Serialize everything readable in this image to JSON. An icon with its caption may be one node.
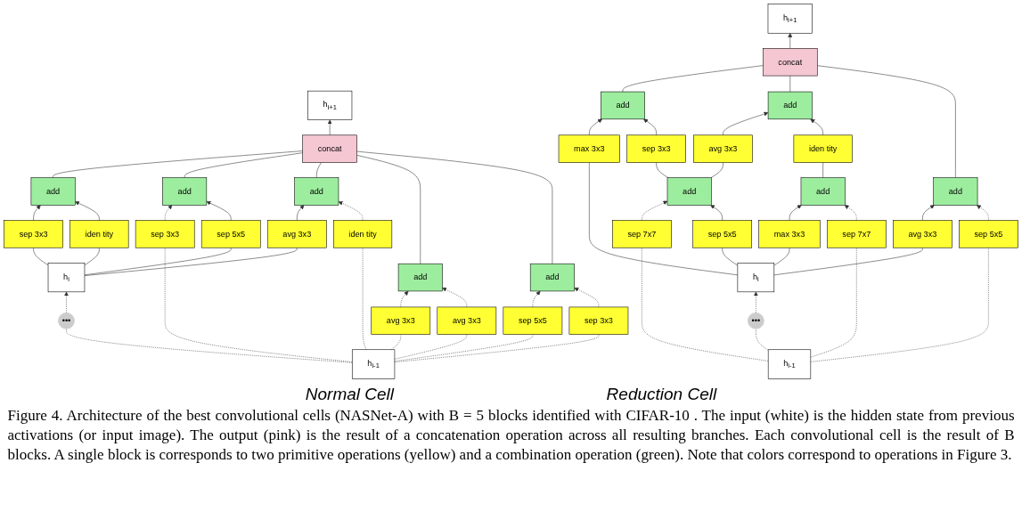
{
  "diagram": {
    "caption": "Figure 4. Architecture of the best convolutional cells (NASNet-A) with B = 5 blocks identified with CIFAR-10 . The input (white) is the hidden state from previous activations (or input image). The output (pink) is the result of a concatenation operation across all resulting branches. Each convolutional cell is the result of B blocks. A single block is corresponds to two primitive operations (yellow) and a combination operation (green). Note that colors correspond to operations in Figure 3.",
    "nodes": [
      {
        "text": [
          "h$_{i+1}$"
        ]
      },
      {
        "text": [
          "concat"
        ]
      },
      {
        "text": [
          "add"
        ]
      },
      {
        "text": [
          "add"
        ]
      },
      {
        "text": [
          "add"
        ]
      },
      {
        "text": [
          "add"
        ]
      },
      {
        "text": [
          "add"
        ]
      },
      {
        "text": [
          "sep 3x3"
        ]
      },
      {
        "text": [
          "iden tity"
        ]
      },
      {
        "text": [
          "sep 3x3"
        ]
      },
      {
        "text": [
          "sep 5x5"
        ]
      },
      {
        "text": [
          "avg 3x3"
        ]
      },
      {
        "text": [
          "iden tity"
        ]
      },
      {
        "text": [
          "avg 3x3"
        ]
      },
      {
        "text": [
          "avg 3x3"
        ]
      },
      {
        "text": [
          "sep 5x5"
        ]
      },
      {
        "text": [
          "sep 3x3"
        ]
      },
      {
        "text": [
          "h$_{i}$"
        ]
      },
      {
        "text": [
          "•••"
        ]
      },
      {
        "text": [
          "h$_{i-1}$"
        ]
      },
      {
        "text": [
          "h$_{i+1}$"
        ]
      },
      {
        "text": [
          "concat"
        ]
      },
      {
        "text": [
          "add"
        ]
      },
      {
        "text": [
          "add"
        ]
      },
      {
        "text": [
          "max 3x3"
        ]
      },
      {
        "text": [
          "sep 3x3"
        ]
      },
      {
        "text": [
          "avg 3x3"
        ]
      },
      {
        "text": [
          "iden tity"
        ]
      },
      {
        "text": [
          "add"
        ]
      },
      {
        "text": [
          "add"
        ]
      },
      {
        "text": [
          "add"
        ]
      },
      {
        "text": [
          "sep 7x7"
        ]
      },
      {
        "text": [
          "sep 5x5"
        ]
      },
      {
        "text": [
          "max 3x3"
        ]
      },
      {
        "text": [
          "sep 7x7"
        ]
      },
      {
        "text": [
          "avg 3x3"
        ]
      },
      {
        "text": [
          "sep 5x5"
        ]
      },
      {
        "text": [
          "h$_{i}$"
        ]
      },
      {
        "text": [
          "•••"
        ]
      },
      {
        "text": [
          "h$_{i-1}$"
        ]
      }
    ],
    "edges": [
      {
        "from": 1,
        "to": 0,
        "arrow": "to"
      },
      {
        "from": 2,
        "to": 1,
        "arrow": "none"
      },
      {
        "from": 3,
        "to": 1,
        "arrow": "none"
      },
      {
        "from": 4,
        "to": 1,
        "arrow": "none"
      },
      {
        "from": 5,
        "to": 1,
        "arrow": "none"
      },
      {
        "from": 6,
        "to": 1,
        "arrow": "none"
      },
      {
        "from": 7,
        "to": 2,
        "arrow": "to"
      },
      {
        "from": 8,
        "to": 2,
        "arrow": "to"
      },
      {
        "from": 9,
        "to": 3,
        "arrow": "to",
        "style": "dashed"
      },
      {
        "from": 10,
        "to": 3,
        "arrow": "to"
      },
      {
        "from": 11,
        "to": 4,
        "arrow": "to"
      },
      {
        "from": 12,
        "to": 4,
        "arrow": "to",
        "style": "dashed"
      },
      {
        "from": 13,
        "to": 5,
        "arrow": "to",
        "style": "dashed"
      },
      {
        "from": 14,
        "to": 5,
        "arrow": "to",
        "style": "dashed"
      },
      {
        "from": 15,
        "to": 6,
        "arrow": "to",
        "style": "dashed"
      },
      {
        "from": 16,
        "to": 6,
        "arrow": "to",
        "style": "dashed"
      },
      {
        "from": 17,
        "to": 7,
        "arrow": "none"
      },
      {
        "from": 17,
        "to": 8,
        "arrow": "none"
      },
      {
        "from": 17,
        "to": 10,
        "arrow": "none"
      },
      {
        "from": 17,
        "to": 11,
        "arrow": "none"
      },
      {
        "from": 19,
        "to": 9,
        "arrow": "none",
        "style": "dashed"
      },
      {
        "from": 19,
        "to": 12,
        "arrow": "none",
        "style": "dashed"
      },
      {
        "from": 19,
        "to": 13,
        "arrow": "none",
        "style": "dashed"
      },
      {
        "from": 19,
        "to": 14,
        "arrow": "none",
        "style": "dashed"
      },
      {
        "from": 19,
        "to": 15,
        "arrow": "none",
        "style": "dashed"
      },
      {
        "from": 19,
        "to": 16,
        "arrow": "none",
        "style": "dashed"
      },
      {
        "from": 19,
        "to": 18,
        "arrow": "none",
        "style": "dashed"
      },
      {
        "from": 18,
        "to": 17,
        "arrow": "to",
        "style": "dashed"
      },
      {
        "from": 21,
        "to": 20,
        "arrow": "to"
      },
      {
        "from": 22,
        "to": 21,
        "arrow": "none"
      },
      {
        "from": 23,
        "to": 21,
        "arrow": "none"
      },
      {
        "from": 30,
        "to": 21,
        "arrow": "none"
      },
      {
        "from": 24,
        "to": 22,
        "arrow": "to"
      },
      {
        "from": 25,
        "to": 22,
        "arrow": "to"
      },
      {
        "from": 26,
        "to": 23,
        "arrow": "to"
      },
      {
        "from": 27,
        "to": 23,
        "arrow": "to"
      },
      {
        "from": 28,
        "to": 25,
        "arrow": "none"
      },
      {
        "from": 28,
        "to": 26,
        "arrow": "none"
      },
      {
        "from": 29,
        "to": 27,
        "arrow": "none"
      },
      {
        "from": 31,
        "to": 28,
        "arrow": "to",
        "style": "dashed"
      },
      {
        "from": 32,
        "to": 28,
        "arrow": "to"
      },
      {
        "from": 33,
        "to": 29,
        "arrow": "to"
      },
      {
        "from": 34,
        "to": 29,
        "arrow": "to",
        "style": "dashed"
      },
      {
        "from": 35,
        "to": 30,
        "arrow": "to"
      },
      {
        "from": 36,
        "to": 30,
        "arrow": "to",
        "style": "dashed"
      },
      {
        "from": 37,
        "to": 24,
        "arrow": "none"
      },
      {
        "from": 37,
        "to": 32,
        "arrow": "none"
      },
      {
        "from": 37,
        "to": 33,
        "arrow": "none"
      },
      {
        "from": 37,
        "to": 35,
        "arrow": "none"
      },
      {
        "from": 39,
        "to": 31,
        "arrow": "none",
        "style": "dashed"
      },
      {
        "from": 39,
        "to": 34,
        "arrow": "none",
        "style": "dashed"
      },
      {
        "from": 39,
        "to": 36,
        "arrow": "none",
        "style": "dashed"
      },
      {
        "from": 39,
        "to": 38,
        "arrow": "none",
        "style": "dashed"
      },
      {
        "from": 38,
        "to": 37,
        "arrow": "to",
        "style": "dashed"
      }
    ],
    "labels": [
      "Normal Cell",
      "Reduction Cell"
    ]
  }
}
